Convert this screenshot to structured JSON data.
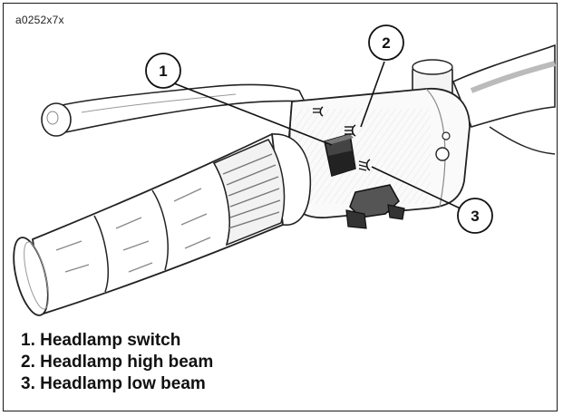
{
  "reference_code": "a0252x7x",
  "callouts": [
    "1",
    "2",
    "3"
  ],
  "legend": [
    {
      "number": "1.",
      "label": "Headlamp switch"
    },
    {
      "number": "2.",
      "label": "Headlamp high beam"
    },
    {
      "number": "3.",
      "label": "Headlamp low beam"
    }
  ]
}
